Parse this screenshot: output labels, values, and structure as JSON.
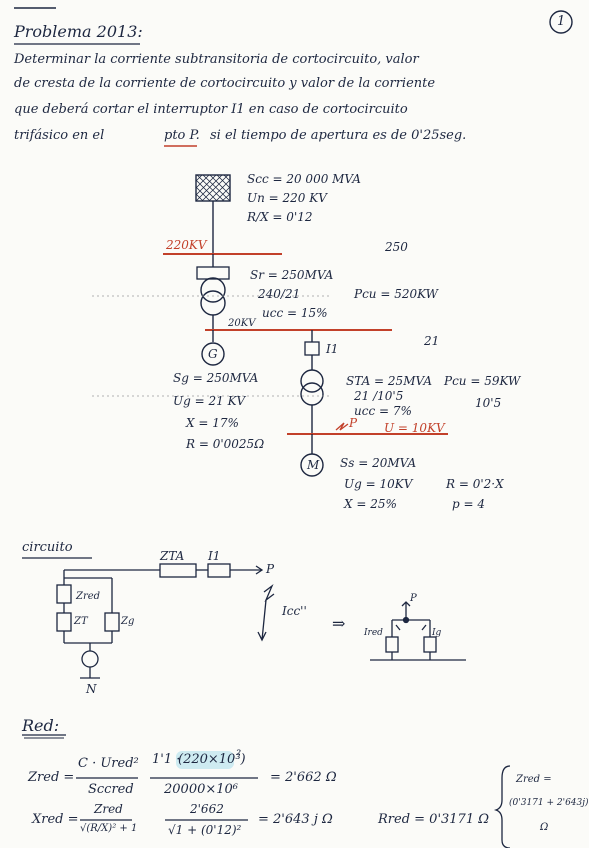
{
  "header": {
    "title": "Problema 2013:",
    "page_number": "1"
  },
  "statement": {
    "line1": "Determinar la corriente subtransitoria de cortocircuito, valor",
    "line2": "de cresta de la corriente de cortocircuito y valor de la corriente",
    "line3": "que deberá cortar el interruptor I1 en caso de cortocircuito",
    "line4_a": "trifásico en el",
    "line4_b": "pto P.",
    "line4_c": "si el tiempo de apertura es de 0'25seg."
  },
  "network": {
    "scc": "Scc = 20 000 MVA",
    "un": "Un = 220 KV",
    "rx": "R/X = 0'12",
    "bus220": "220KV",
    "note_250": "250"
  },
  "transformer": {
    "sr": "Sr = 250MVA",
    "ratio": "240/21",
    "ucc": "ucc = 15%",
    "pcu": "Pcu = 520KW",
    "bus20": "20KV"
  },
  "generator": {
    "symbol": "G",
    "sg": "Sg = 250MVA",
    "ug": "Ug = 21 KV",
    "x": "X = 17%",
    "r": "R = 0'0025Ω"
  },
  "interrupter": {
    "label": "I1",
    "note_21": "21"
  },
  "transformer_a": {
    "sta": "STA = 25MVA",
    "ratio": "21 /10'5",
    "ucc": "ucc = 7%",
    "pcu": "Pcu = 59KW",
    "note_105": "10'5"
  },
  "bus_p": {
    "label": "P",
    "voltage": "U = 10KV"
  },
  "motor": {
    "symbol": "M",
    "ss": "Ss = 20MVA",
    "ug": "Ug = 10KV",
    "x": "X = 25%",
    "r": "R = 0'2·X",
    "p": "p = 4"
  },
  "circuit": {
    "heading": "circuito",
    "ztf": "ZTA",
    "i1": "I1",
    "p": "P",
    "zred": "Zred",
    "zt": "ZT",
    "zg": "Zg",
    "n": "N",
    "icc": "Icc''",
    "arrow": "⇒",
    "mini_p": "P",
    "mini_ired": "Ired",
    "mini_ig": "Ig"
  },
  "red": {
    "heading": "Red:",
    "z_lhs": "Zred =",
    "z_num": "C · Ured²",
    "z_den": "Sccred",
    "z_mid_num_a": "1'1 ·",
    "z_mid_num_b": "(220×10³)",
    "z_mid_num_c": "²",
    "z_mid_den": "20000×10⁶",
    "z_result": "= 2'662 Ω",
    "x_lhs": "Xred =",
    "x_num": "Zred",
    "x_den": "√(R/X)² + 1",
    "x_mid_num": "2'662",
    "x_mid_den": "√1 + (0'12)²",
    "x_result": "= 2'643 j Ω",
    "r_result": "Rred = 0'3171 Ω",
    "brace_a": "Zred =",
    "brace_b": "(0'3171 + 2'643j)",
    "brace_c": "Ω"
  }
}
